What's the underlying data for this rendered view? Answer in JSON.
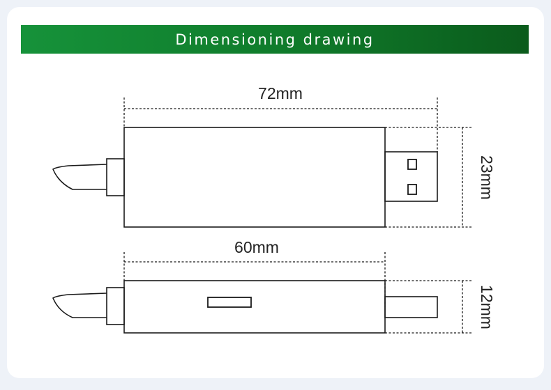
{
  "header": {
    "title": "Dimensioning drawing"
  },
  "dimensions": {
    "top_length": "72mm",
    "top_height": "23mm",
    "bottom_length": "60mm",
    "bottom_height": "12mm"
  },
  "colors": {
    "banner_start": "#16923a",
    "banner_end": "#0b5b1c",
    "line": "#1a1a1a",
    "background": "#eef2f8"
  }
}
